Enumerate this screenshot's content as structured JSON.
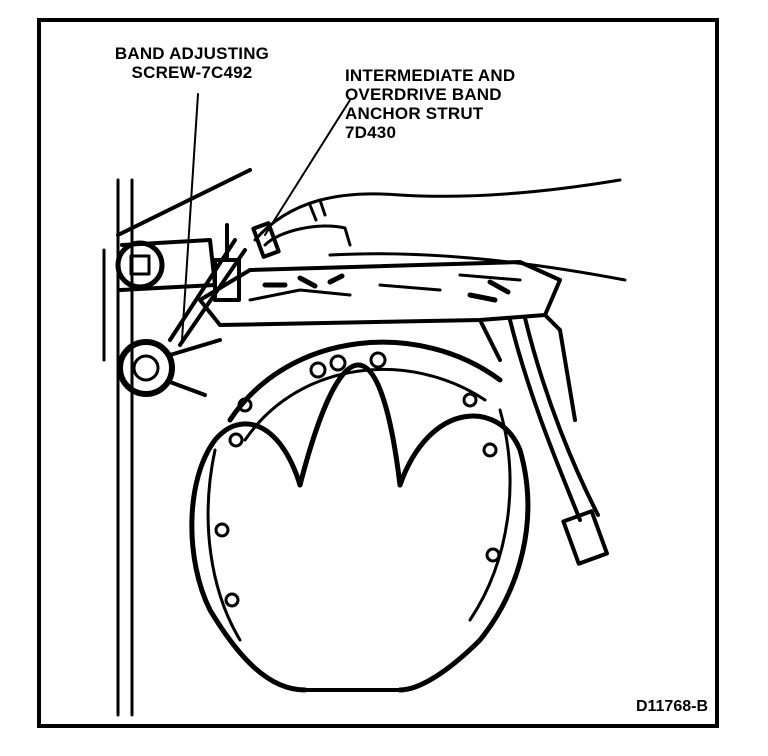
{
  "labels": {
    "band_adjusting_screw": "BAND ADJUSTING\nSCREW-7C492",
    "anchor_strut": "INTERMEDIATE AND\nOVERDRIVE BAND\nANCHOR STRUT\n7D430"
  },
  "figure_id": "D11768-B",
  "colors": {
    "ink": "#000000",
    "paper": "#ffffff"
  }
}
